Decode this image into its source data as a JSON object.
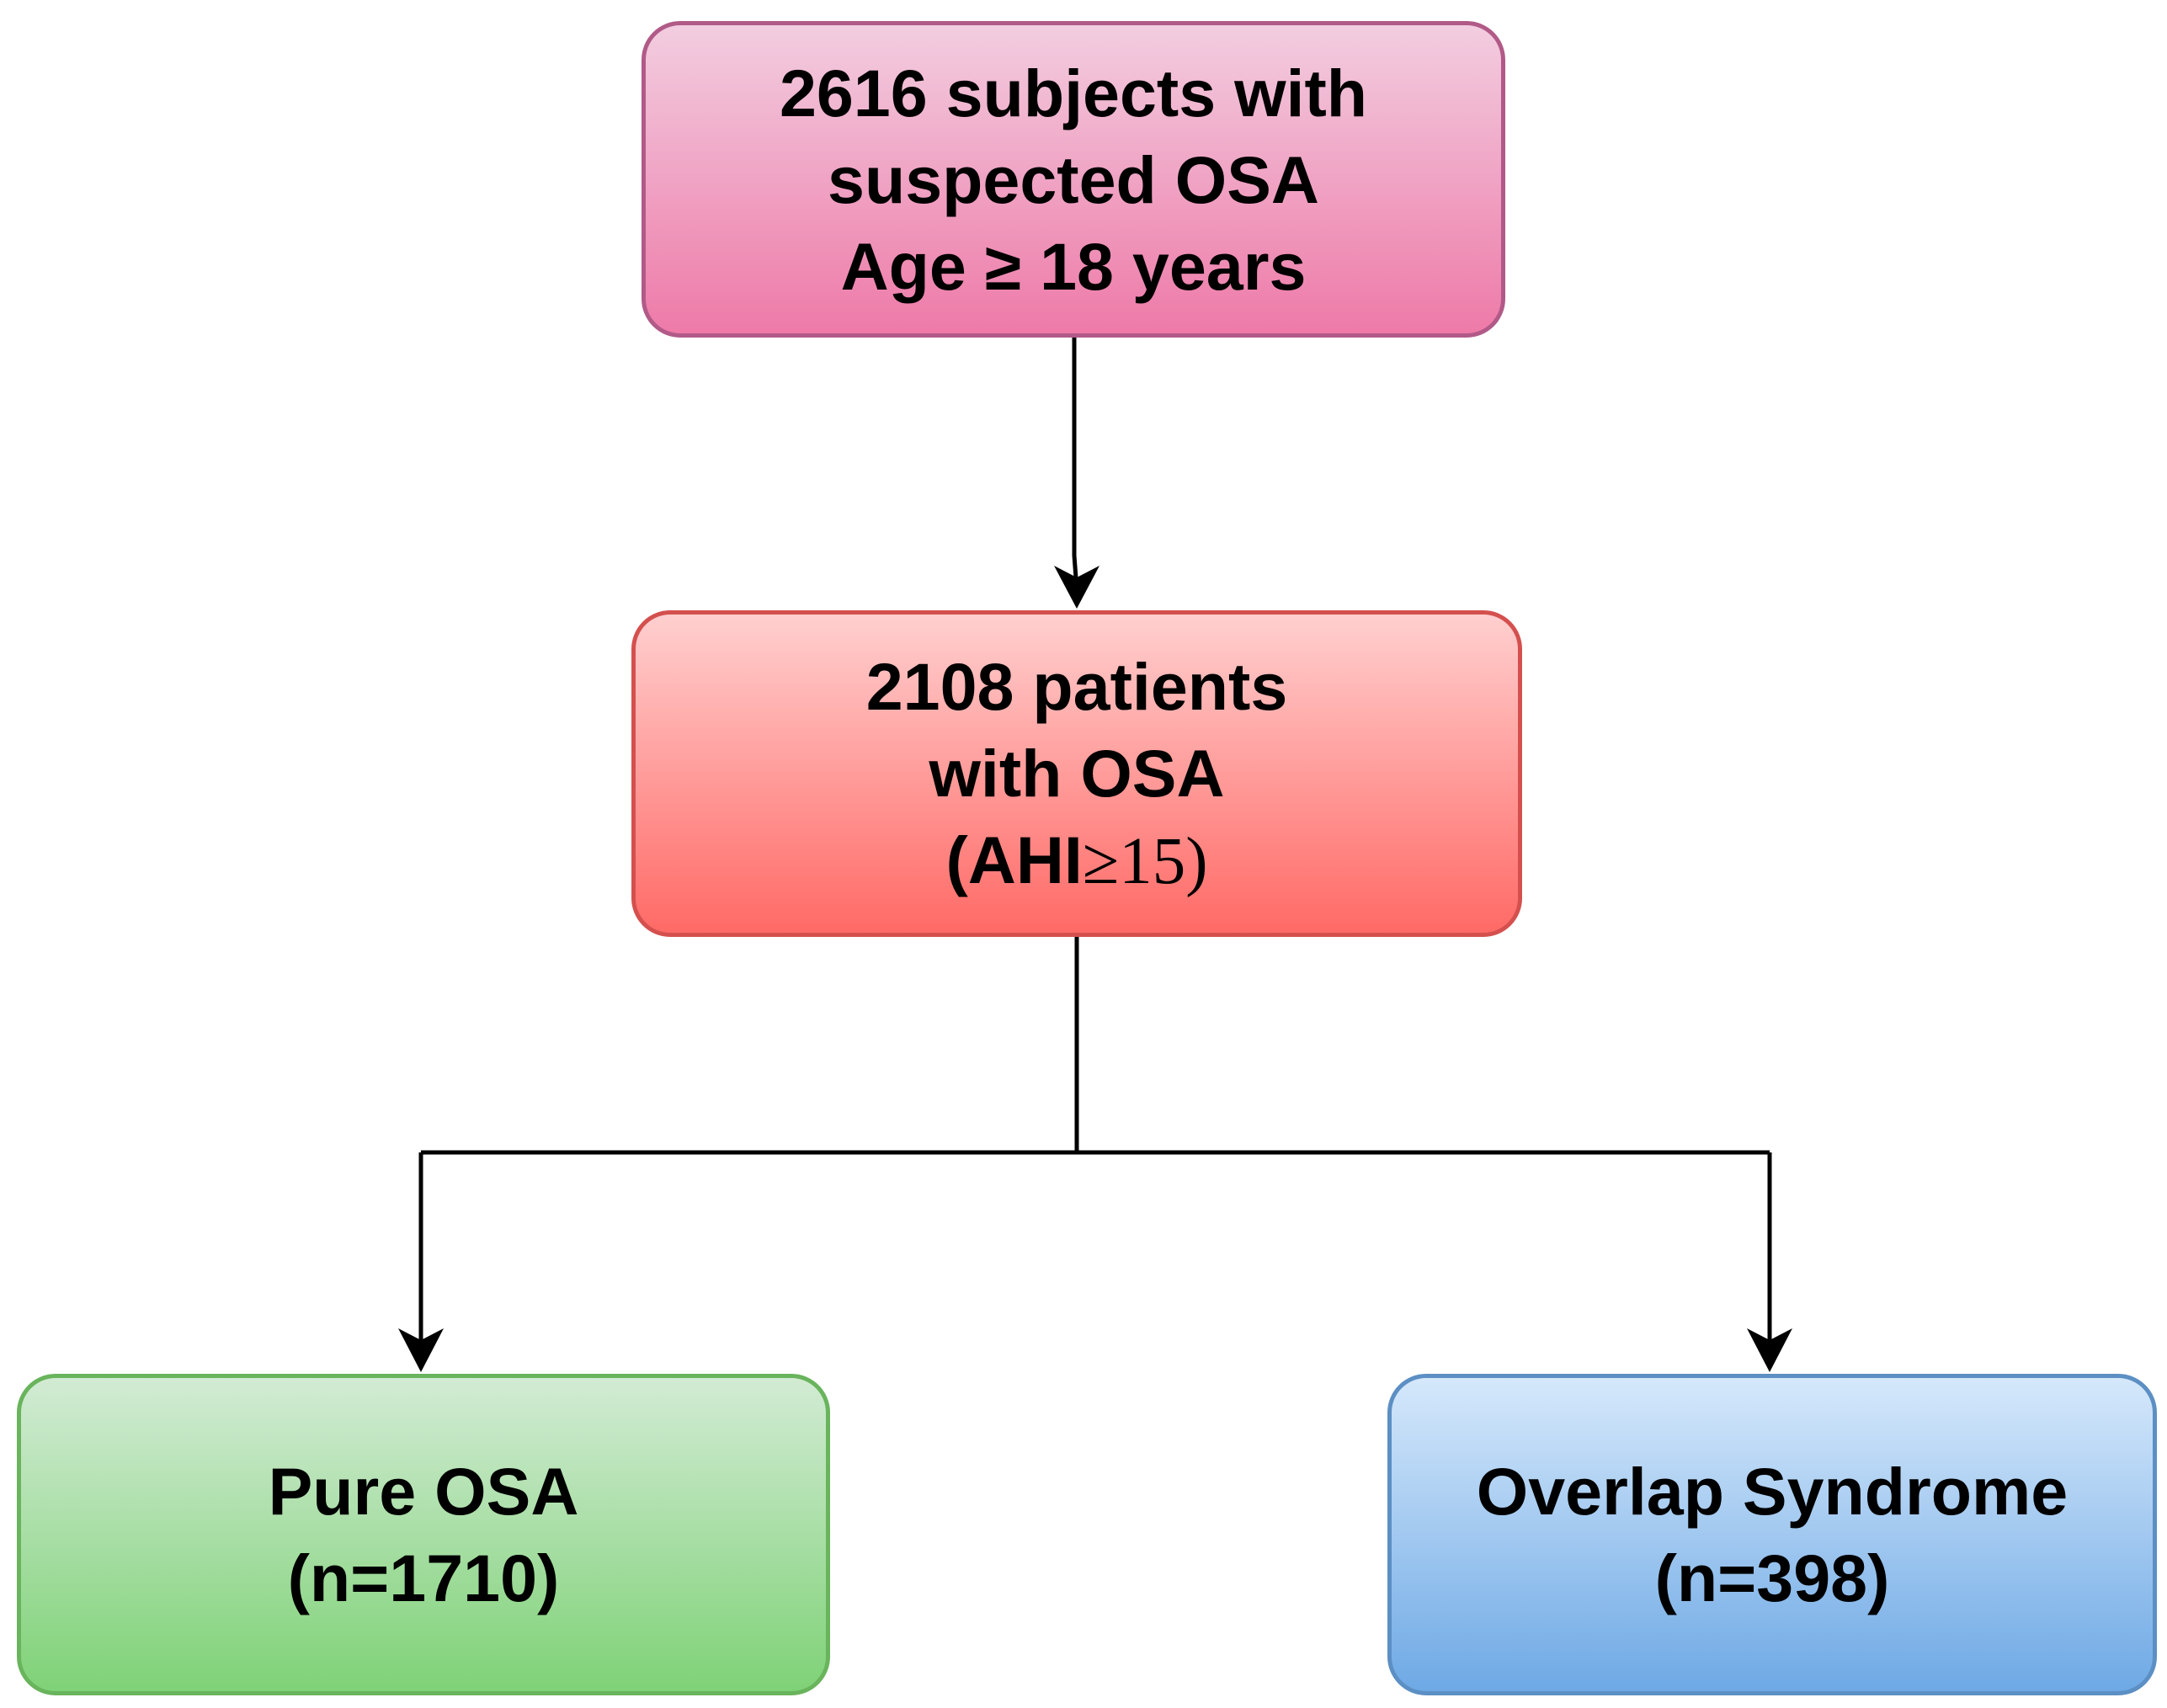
{
  "nodes": {
    "top": {
      "lines": [
        "2616 subjects with",
        "suspected OSA",
        "Age ≥ 18 years"
      ],
      "fill_top": "#f2cde0",
      "fill_bottom": "#ee7aa8",
      "border": "#b15a88"
    },
    "middle": {
      "lines": [
        "2108 patients",
        "with OSA"
      ],
      "ahi_open": "(AHI",
      "ahi_value": "≥15)",
      "fill_top": "#ffcfcf",
      "fill_bottom": "#ff6a66",
      "border": "#d4504e"
    },
    "left": {
      "lines": [
        "Pure OSA",
        "(n=1710)"
      ],
      "fill_top": "#d2ebd4",
      "fill_bottom": "#7fd277",
      "border": "#69b45c"
    },
    "right": {
      "lines": [
        "Overlap Syndrome",
        "(n=398)"
      ],
      "fill_top": "#d5e8fb",
      "fill_bottom": "#6ea9e5",
      "border": "#5c8fc4"
    }
  },
  "edges": [
    {
      "from": "top",
      "to": "middle"
    },
    {
      "from": "middle",
      "to": "left"
    },
    {
      "from": "middle",
      "to": "right"
    }
  ],
  "connector_color": "#000000"
}
